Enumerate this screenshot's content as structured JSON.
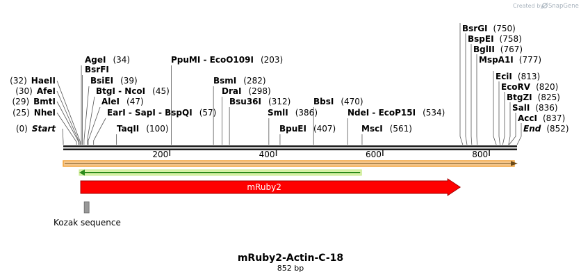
{
  "credit": {
    "prefix": "Created by",
    "brand": "SnapGene",
    "brand_color": "#a8b3bd"
  },
  "sequence": {
    "name": "mRuby2-Actin-C-18",
    "length_label": "852 bp",
    "length": 852
  },
  "ruler": {
    "ticks": [
      200,
      400,
      600,
      800
    ]
  },
  "sites_left": [
    {
      "row": 0,
      "name": "Start",
      "pos": 0,
      "pos_label": "(0)",
      "italic": true
    },
    {
      "row": 1,
      "name": "NheI",
      "pos": 25,
      "pos_label": "(25)"
    },
    {
      "row": 2,
      "name": "BmtI",
      "pos": 29,
      "pos_label": "(29)"
    },
    {
      "row": 3,
      "name": "AfeI",
      "pos": 30,
      "pos_label": "(30)"
    },
    {
      "row": 4,
      "name": "HaeII",
      "pos": 32,
      "pos_label": "(32)"
    }
  ],
  "sites_mid": [
    {
      "row": 0,
      "name": "TaqII",
      "pos": 100,
      "pos_label": "(100)"
    },
    {
      "row": 1,
      "name": "EarI - SapI - BspQI",
      "pos": 57,
      "pos_label": "(57)"
    },
    {
      "row": 2,
      "name": "AleI",
      "pos": 47,
      "pos_label": "(47)"
    },
    {
      "row": 3,
      "name": "BtgI - NcoI",
      "pos": 45,
      "pos_label": "(45)"
    },
    {
      "row": 4,
      "name": "BsiEI",
      "pos": 39,
      "pos_label": "(39)"
    },
    {
      "row": 5,
      "name": "BsrFI",
      "pos": 36,
      "pos_label": ""
    },
    {
      "row": 6,
      "name": "AgeI",
      "pos": 34,
      "pos_label": "(34)"
    },
    {
      "row": 6,
      "name": "PpuMI - EcoO109I",
      "pos": 203,
      "pos_label": "(203)"
    },
    {
      "row": 4,
      "name": "BsmI",
      "pos": 282,
      "pos_label": "(282)"
    },
    {
      "row": 3,
      "name": "DraI",
      "pos": 298,
      "pos_label": "(298)"
    },
    {
      "row": 2,
      "name": "Bsu36I",
      "pos": 312,
      "pos_label": "(312)"
    },
    {
      "row": 1,
      "name": "SmlI",
      "pos": 386,
      "pos_label": "(386)"
    },
    {
      "row": 0,
      "name": "BpuEI",
      "pos": 407,
      "pos_label": "(407)"
    },
    {
      "row": 2,
      "name": "BbsI",
      "pos": 470,
      "pos_label": "(470)"
    },
    {
      "row": 1,
      "name": "NdeI - EcoP15I",
      "pos": 534,
      "pos_label": "(534)"
    },
    {
      "row": 0,
      "name": "MscI",
      "pos": 561,
      "pos_label": "(561)"
    }
  ],
  "sites_right": [
    {
      "row": 10,
      "name": "BsrGI",
      "pos": 750,
      "pos_label": "(750)"
    },
    {
      "row": 9,
      "name": "BspEI",
      "pos": 758,
      "pos_label": "(758)"
    },
    {
      "row": 8,
      "name": "BglII",
      "pos": 767,
      "pos_label": "(767)"
    },
    {
      "row": 7,
      "name": "MspA1I",
      "pos": 777,
      "pos_label": "(777)"
    },
    {
      "row": 5,
      "name": "EciI",
      "pos": 813,
      "pos_label": "(813)"
    },
    {
      "row": 4,
      "name": "EcoRV",
      "pos": 820,
      "pos_label": "(820)"
    },
    {
      "row": 3,
      "name": "BtgZI",
      "pos": 825,
      "pos_label": "(825)"
    },
    {
      "row": 2,
      "name": "SalI",
      "pos": 836,
      "pos_label": "(836)"
    },
    {
      "row": 1,
      "name": "AccI",
      "pos": 837,
      "pos_label": "(837)"
    },
    {
      "row": 0,
      "name": "End",
      "pos": 852,
      "pos_label": "(852)",
      "italic": true
    }
  ],
  "features": {
    "orange_bar": {
      "start": 0,
      "end": 852,
      "color": "#f2a33a",
      "fill": "#f7c98f"
    },
    "green_arrow": {
      "start": 30,
      "end": 560,
      "color": "#2a8a1a",
      "highlight": "#d9f2a8",
      "direction": "reverse"
    },
    "mRuby2": {
      "label": "mRuby2",
      "start": 34,
      "end": 740,
      "color": "#ff0000",
      "direction": "forward"
    },
    "kozak": {
      "label": "Kozak sequence",
      "start": 25,
      "end": 34,
      "color": "#999999"
    }
  }
}
